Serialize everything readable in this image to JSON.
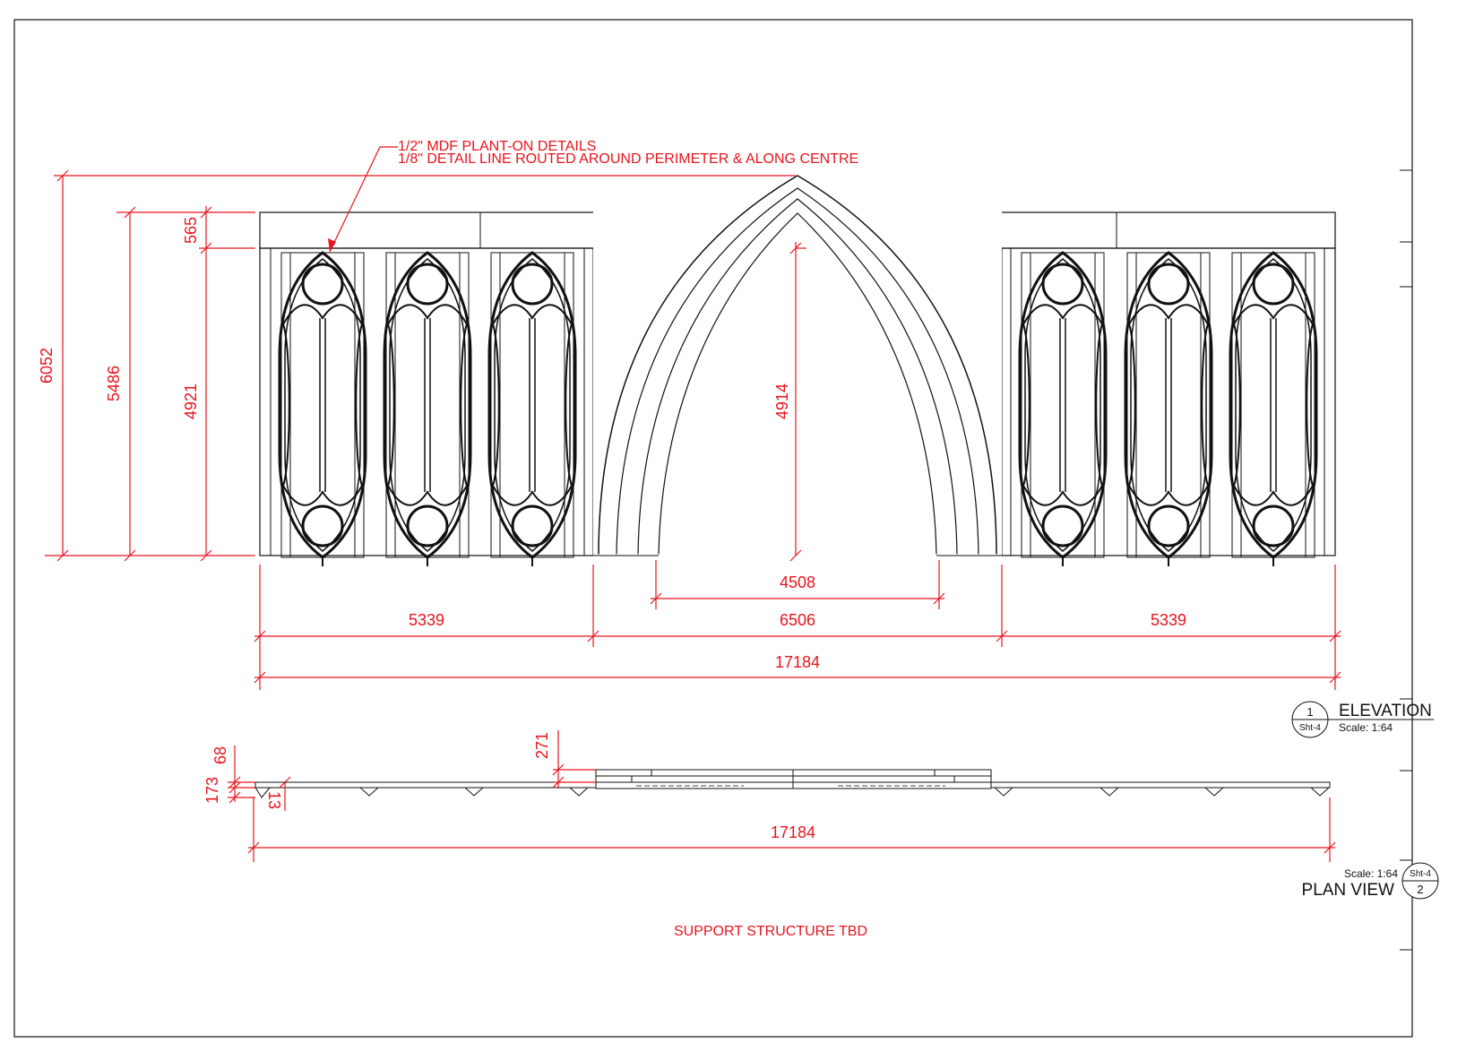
{
  "annotations": {
    "callout_line1": "1/2\" MDF PLANT-ON DETAILS",
    "callout_line2": "1/8\" DETAIL LINE ROUTED AROUND PERIMETER & ALONG CENTRE",
    "support_note": "SUPPORT STRUCTURE TBD"
  },
  "dimensions": {
    "overall_height": "6052",
    "wall_height": "5486",
    "panel_height": "4921",
    "cap_height": "565",
    "arch_height": "4914",
    "arch_opening": "4508",
    "left_section": "5339",
    "center_section": "6506",
    "right_section": "5339",
    "overall_width": "17184",
    "plan_overall_width": "17184",
    "plan_offset_68": "68",
    "plan_depth_173": "173",
    "plan_13": "13",
    "plan_271": "271"
  },
  "view_tags": {
    "elevation": {
      "number": "1",
      "sheet": "Sht-4",
      "title": "ELEVATION",
      "scale": "Scale: 1:64"
    },
    "plan": {
      "number": "2",
      "sheet": "Sht-4",
      "title": "PLAN VIEW",
      "scale": "Scale: 1:64"
    }
  },
  "colors": {
    "annotation": "#e8141c",
    "linework": "#111111"
  }
}
